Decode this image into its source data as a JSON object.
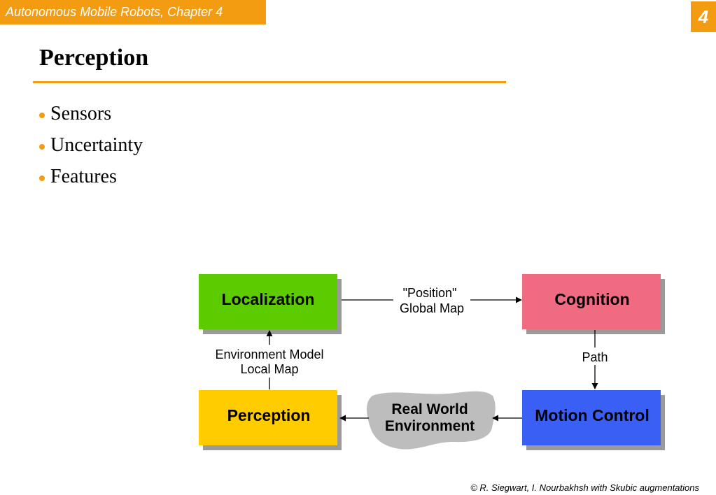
{
  "header": {
    "course": "Autonomous Mobile Robots, Chapter 4",
    "page_number": "4"
  },
  "slide": {
    "title": "Perception",
    "bullets": [
      "Sensors",
      "Uncertainty",
      "Features"
    ]
  },
  "diagram": {
    "nodes": {
      "localization": {
        "label": "Localization",
        "color": "#5ccc00"
      },
      "cognition": {
        "label": "Cognition",
        "color": "#f06a82"
      },
      "perception": {
        "label": "Perception",
        "color": "#ffcc00"
      },
      "motion_control": {
        "label": "Motion Control",
        "color": "#3a5ff5"
      },
      "real_world": {
        "label_line1": "Real World",
        "label_line2": "Environment",
        "color": "#bdbdbd"
      }
    },
    "edges": {
      "position_map": {
        "line1": "\"Position\"",
        "line2": "Global Map"
      },
      "environment_model": {
        "line1": "Environment Model",
        "line2": "Local Map"
      },
      "path": {
        "label": "Path"
      }
    }
  },
  "footer": {
    "credit": "© R. Siegwart, I. Nourbakhsh with Skubic augmentations"
  }
}
